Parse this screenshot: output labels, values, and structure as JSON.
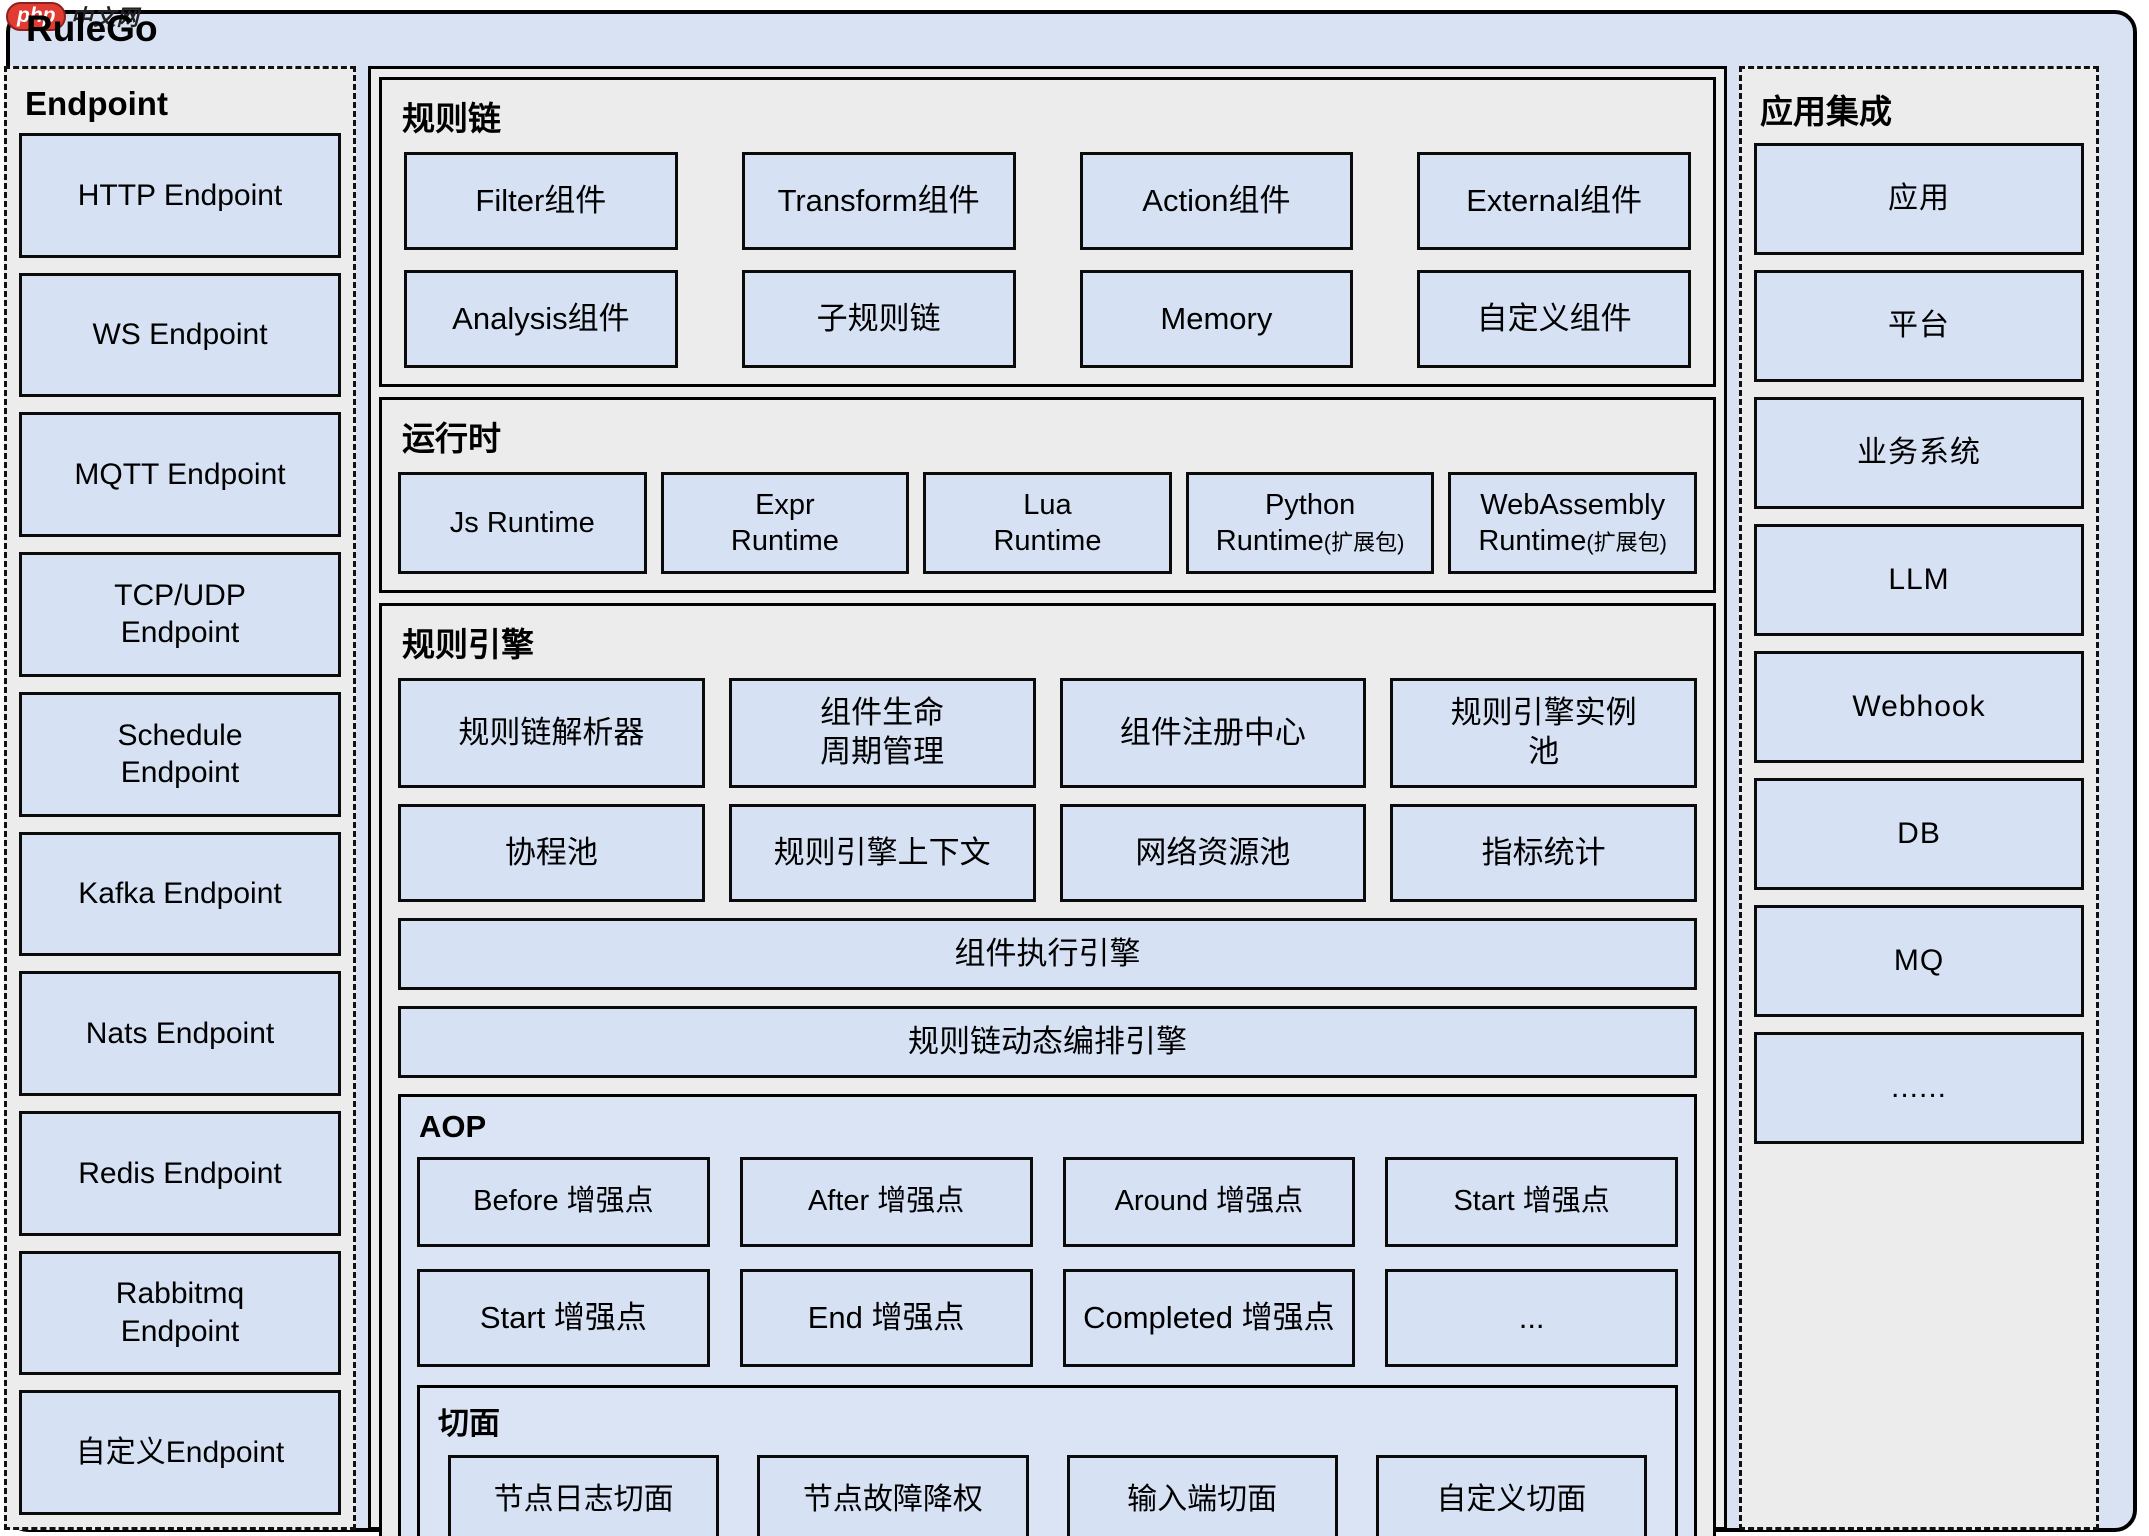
{
  "logo": {
    "badge": "php",
    "text": "中文网"
  },
  "title": "RuleGo",
  "endpoint": {
    "title": "Endpoint",
    "items": [
      "HTTP Endpoint",
      "WS Endpoint",
      "MQTT Endpoint",
      "TCP/UDP\nEndpoint",
      "Schedule\nEndpoint",
      "Kafka Endpoint",
      "Nats Endpoint",
      "Redis Endpoint",
      "Rabbitmq\nEndpoint",
      "自定义Endpoint"
    ]
  },
  "rule_chain": {
    "title": "规则链",
    "boxes": [
      "Filter组件",
      "Transform组件",
      "Action组件",
      "External组件",
      "Analysis组件",
      "子规则链",
      "Memory",
      "自定义组件"
    ]
  },
  "runtime": {
    "title": "运行时",
    "boxes": [
      {
        "label": "Js Runtime"
      },
      {
        "label": "Expr\nRuntime"
      },
      {
        "label": "Lua\nRuntime"
      },
      {
        "label": "Python\nRuntime",
        "suffix": "(扩展包)"
      },
      {
        "label": "WebAssembly\nRuntime",
        "suffix": "(扩展包)"
      }
    ]
  },
  "rule_engine": {
    "title": "规则引擎",
    "boxes": [
      "规则链解析器",
      "组件生命\n周期管理",
      "组件注册中心",
      "规则引擎实例\n池",
      "协程池",
      "规则引擎上下文",
      "网络资源池",
      "指标统计"
    ],
    "bars": [
      "组件执行引擎",
      "规则链动态编排引擎"
    ]
  },
  "aop": {
    "title": "AOP",
    "boxes": [
      "Before 增强点",
      "After 增强点",
      "Around 增强点",
      "Start 增强点",
      "Start 增强点",
      "End 增强点",
      "Completed 增强点",
      "..."
    ]
  },
  "aspect": {
    "title": "切面",
    "boxes": [
      "节点日志切面",
      "节点故障降权",
      "输入端切面",
      "自定义切面"
    ]
  },
  "integration": {
    "title": "应用集成",
    "items": [
      "应用",
      "平台",
      "业务系统",
      "LLM",
      "Webhook",
      "DB",
      "MQ",
      "......"
    ]
  },
  "colors": {
    "page_bg": "#d9e2f3",
    "panel_gray": "#ececec",
    "box_blue": "#d6e1f3",
    "border": "#000000",
    "logo_red": "#e23c32"
  }
}
